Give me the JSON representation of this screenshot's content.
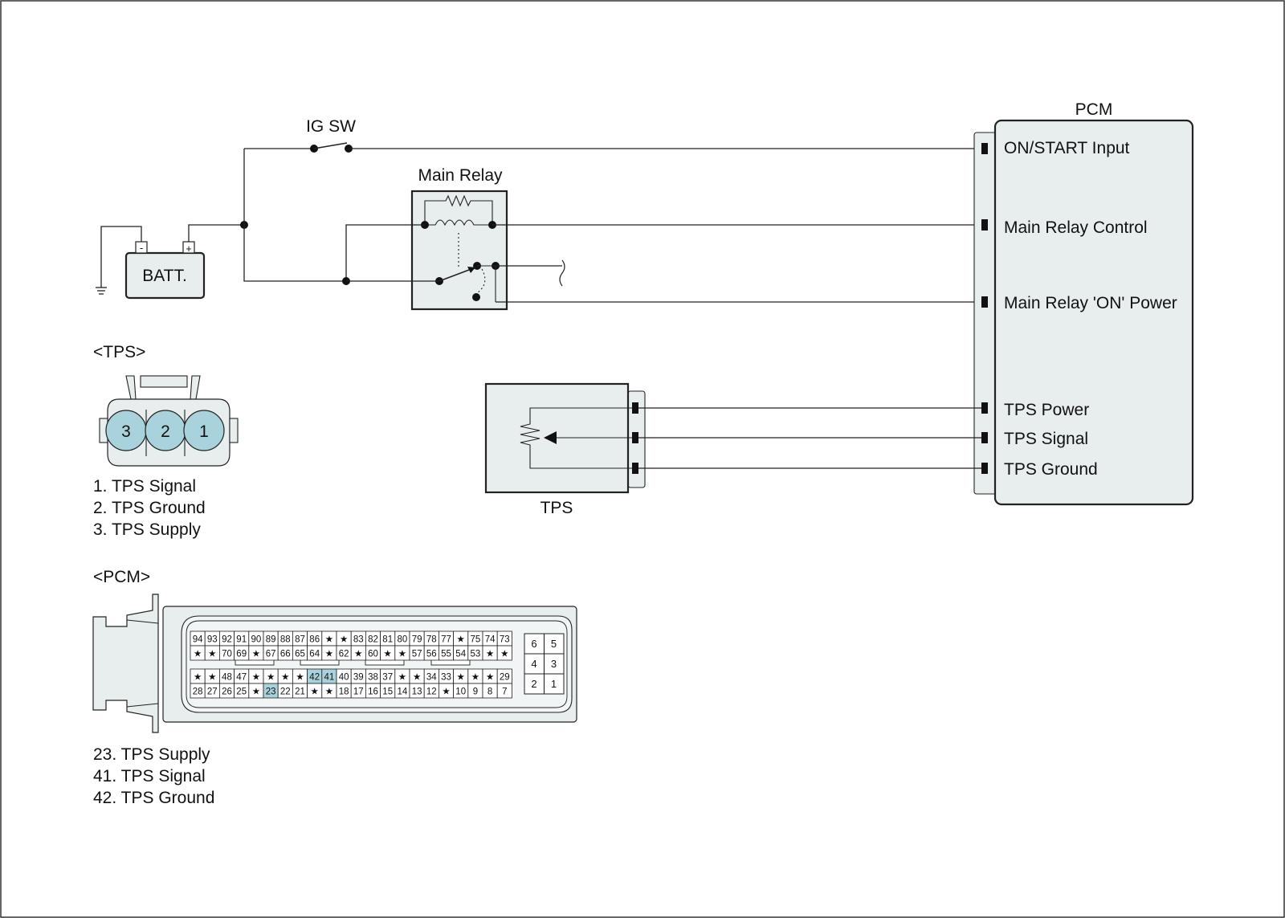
{
  "labels": {
    "ig_sw": "IG SW",
    "main_relay": "Main Relay",
    "batt": "BATT.",
    "batt_minus": "-",
    "batt_plus": "+",
    "pcm_title": "PCM",
    "tps_box": "TPS",
    "tps_connector_title": "<TPS>",
    "pcm_connector_title": "<PCM>"
  },
  "pcm_pins": [
    "ON/START Input",
    "Main Relay Control",
    "Main Relay 'ON' Power",
    "TPS Power",
    "TPS Signal",
    "TPS Ground"
  ],
  "tps_connector": {
    "terminals": [
      "3",
      "2",
      "1"
    ],
    "legend": [
      "1. TPS Signal",
      "2. TPS Ground",
      "3. TPS Supply"
    ]
  },
  "pcm_connector": {
    "rows": [
      [
        "94",
        "93",
        "92",
        "91",
        "90",
        "89",
        "88",
        "87",
        "86",
        "★",
        "★",
        "83",
        "82",
        "81",
        "80",
        "79",
        "78",
        "77",
        "★",
        "75",
        "74",
        "73"
      ],
      [
        "★",
        "★",
        "70",
        "69",
        "★",
        "67",
        "66",
        "65",
        "64",
        "★",
        "62",
        "★",
        "60",
        "★",
        "★",
        "57",
        "56",
        "55",
        "54",
        "53",
        "★",
        "★"
      ],
      [
        "★",
        "★",
        "48",
        "47",
        "★",
        "★",
        "★",
        "★",
        "42",
        "41",
        "40",
        "39",
        "38",
        "37",
        "★",
        "★",
        "34",
        "33",
        "★",
        "★",
        "★",
        "29"
      ],
      [
        "28",
        "27",
        "26",
        "25",
        "★",
        "23",
        "22",
        "21",
        "★",
        "★",
        "18",
        "17",
        "16",
        "15",
        "14",
        "13",
        "12",
        "★",
        "10",
        "9",
        "8",
        "7"
      ]
    ],
    "highlighted": [
      "23",
      "41",
      "42"
    ],
    "small_block": [
      [
        "6",
        "5"
      ],
      [
        "4",
        "3"
      ],
      [
        "2",
        "1"
      ]
    ],
    "legend": [
      "23. TPS Supply",
      "41. TPS Signal",
      "42. TPS Ground"
    ]
  },
  "colors": {
    "terminal_fill": "#a9d3dc",
    "box_fill": "#e8eeee",
    "highlight": "#a9d3dc"
  }
}
